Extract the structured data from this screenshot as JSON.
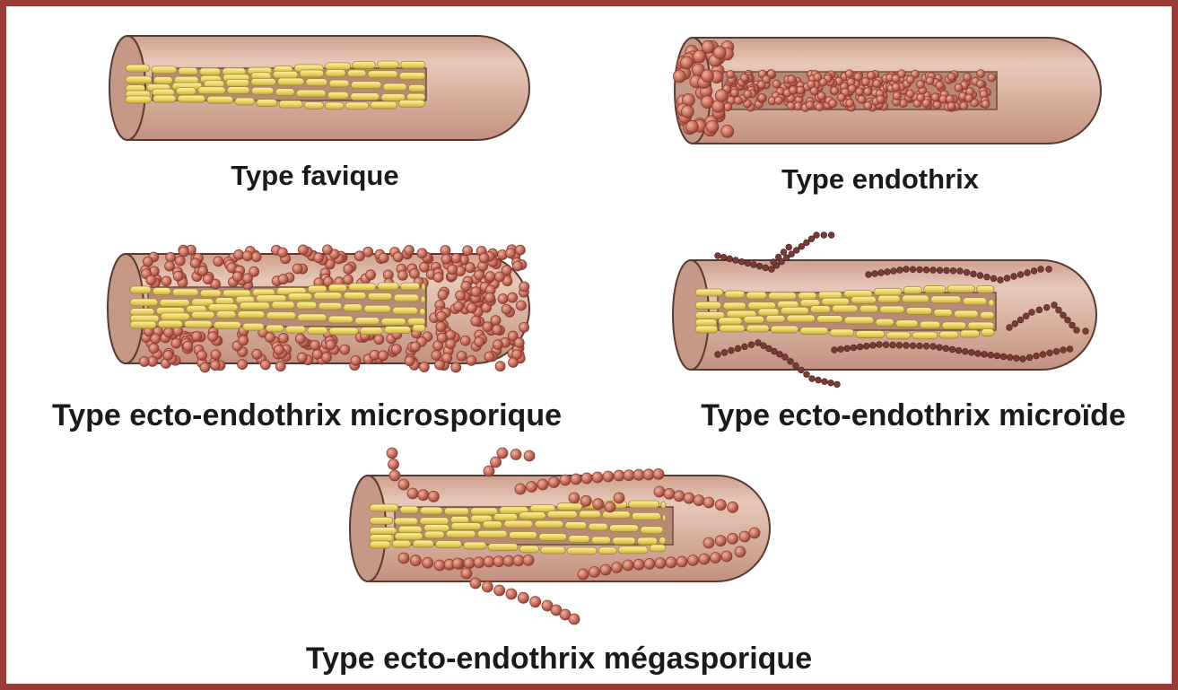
{
  "figure": {
    "border_color": "#9a3c36",
    "colors": {
      "hair_shaft": "#d5aa97",
      "hair_cut_end": "#c59888",
      "spore": "#c46c5a",
      "spore_dark": "#8e3a30",
      "hypha": "#ecd66a",
      "hypha_outline": "#9c8a2a",
      "chain_small": "#7a3a36"
    },
    "panels": [
      {
        "id": "favique",
        "caption": "Type favique"
      },
      {
        "id": "endothrix",
        "caption": "Type endothrix"
      },
      {
        "id": "microsporique",
        "caption": "Type ecto-endothrix microsporique"
      },
      {
        "id": "microide",
        "caption": "Type ecto-endothrix microïde"
      },
      {
        "id": "megasporique",
        "caption": "Type ecto-endothrix mégasporique"
      }
    ]
  }
}
